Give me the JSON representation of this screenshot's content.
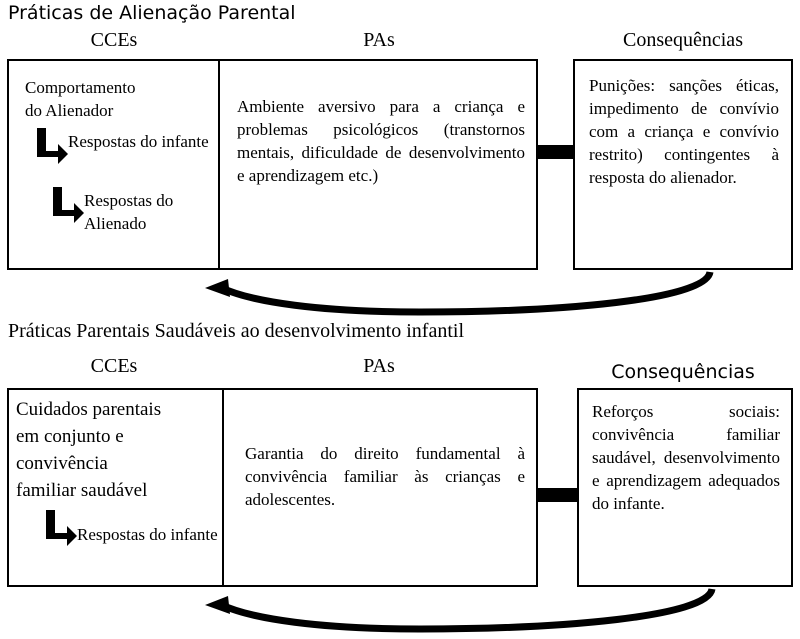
{
  "diagram": {
    "title_top": "Práticas de Alienação Parental",
    "title_bottom": "Práticas Parentais Saudáveis ao desenvolvimento infantil",
    "column_headers": {
      "cces": "CCEs",
      "pas": "PAs",
      "consequencias": "Consequências"
    },
    "colors": {
      "line": "#000000",
      "background": "#ffffff",
      "text": "#000000"
    }
  },
  "top_section": {
    "title": "Práticas de Alienação Parental",
    "headers": {
      "cces": "CCEs",
      "pas": "PAs",
      "consequencias": "Consequências"
    },
    "cces": {
      "heading_line1": "Comportamento",
      "heading_line2": "do Alienador",
      "steps": [
        "Respostas do infante",
        "Respostas do Alienado"
      ]
    },
    "pas": {
      "text": "Ambiente aversivo para a criança e problemas psicológicos (transtornos mentais, dificuldade de desenvolvimento e aprendizagem etc.)"
    },
    "consequencias": {
      "text": "Punições: sanções éticas, impedimento de convívio com a criança e convívio restrito) contingentes à resposta do alienador."
    }
  },
  "bottom_section": {
    "title": "Práticas Parentais Saudáveis ao desenvolvimento infantil",
    "headers": {
      "cces": "CCEs",
      "pas": "PAs",
      "consequencias": "Consequências"
    },
    "cces": {
      "heading_line1": "Cuidados parentais",
      "heading_line2": "em conjunto e",
      "heading_line3": "convivência",
      "heading_line4": "familiar saudável",
      "steps": [
        "Respostas do infante"
      ]
    },
    "pas": {
      "text": "Garantia do direito fundamental à convivência familiar às crianças e adolescentes."
    },
    "consequencias": {
      "text": "Reforços sociais: convivência familiar saudável, desenvolvimento e aprendizagem adequados do infante."
    }
  }
}
